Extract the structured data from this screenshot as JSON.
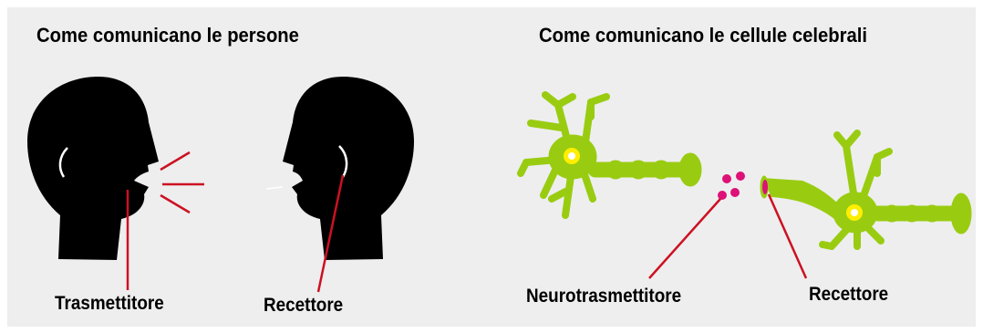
{
  "left": {
    "title": "Come comunicano le persone",
    "sender_label": "Trasmettitore",
    "receiver_label": "Recettore"
  },
  "right": {
    "title": "Come comunicano le cellule celebrali",
    "sender_label": "Neurotrasmettitore",
    "receiver_label": "Recettore"
  },
  "colors": {
    "background": "#eeeeee",
    "head": "#000000",
    "pointer": "#cc1122",
    "neuron": "#99cc11",
    "nucleus": "#ffee00",
    "neurotransmitter": "#dd1177"
  }
}
